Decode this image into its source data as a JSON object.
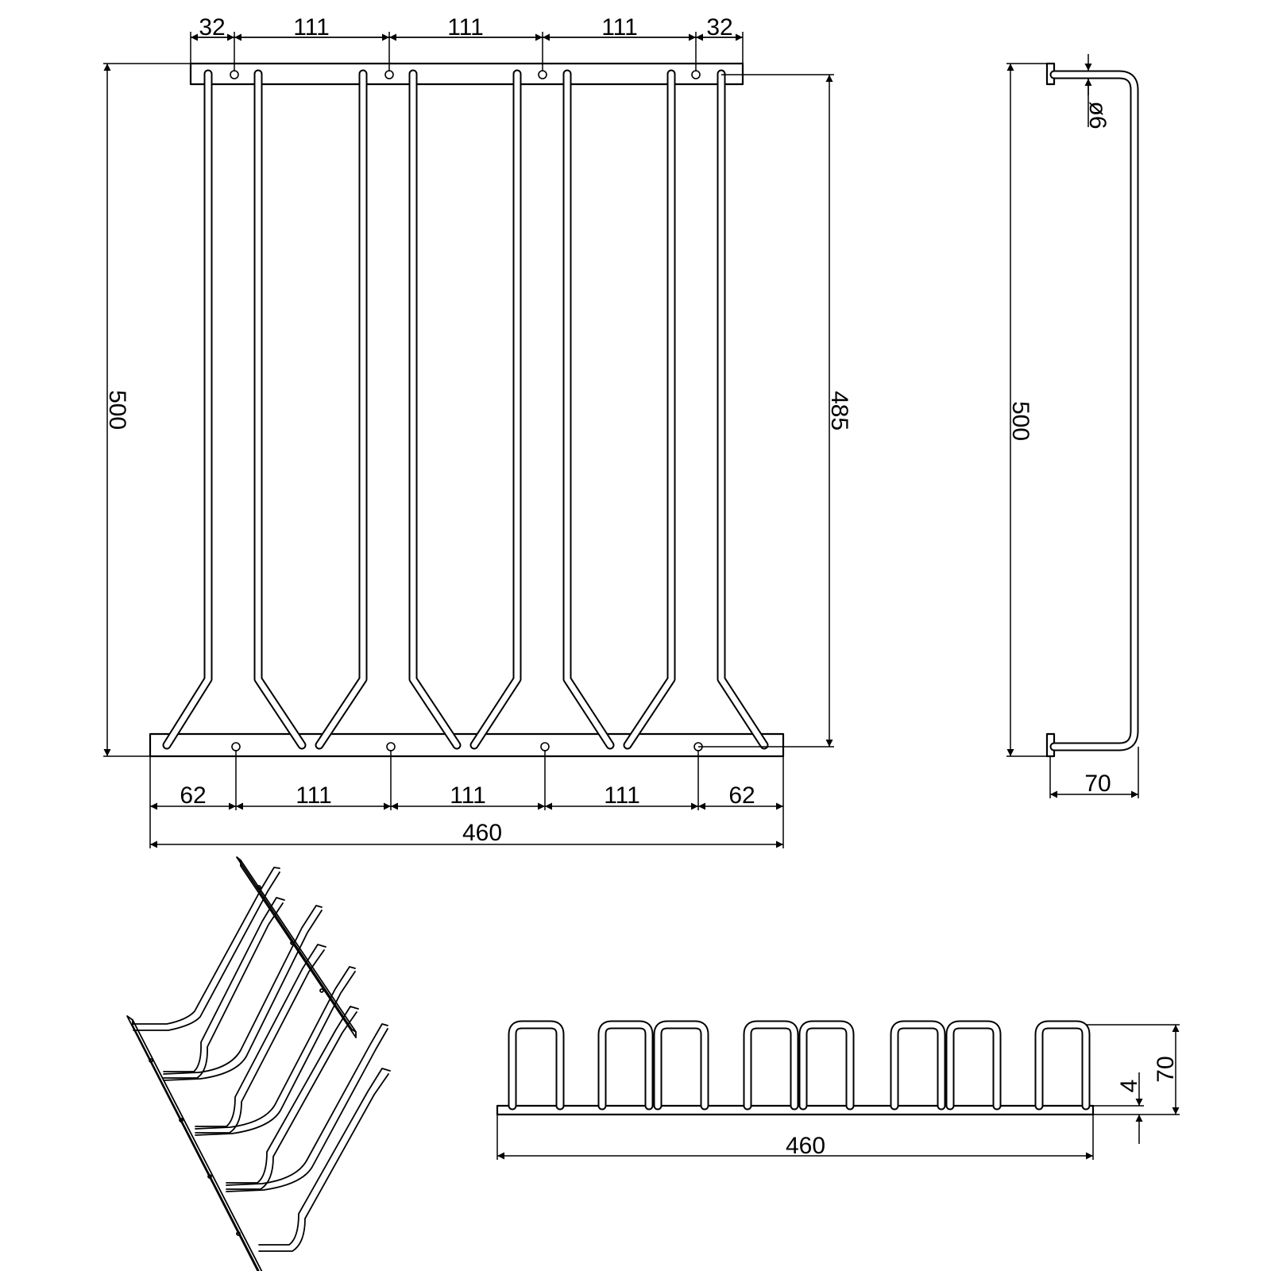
{
  "front_view": {
    "top_dims": [
      "32",
      "111",
      "111",
      "111",
      "32"
    ],
    "bottom_dims": [
      "62",
      "111",
      "111",
      "111",
      "62"
    ],
    "overall_width": "460",
    "overall_height": "500",
    "rail_span": "485"
  },
  "side_view": {
    "height": "500",
    "depth": "70",
    "wire_diameter": "ø6"
  },
  "plan_view": {
    "width": "460",
    "height": "70",
    "plate_thickness": "4"
  },
  "colors": {
    "line": "#000000",
    "background": "#ffffff"
  }
}
